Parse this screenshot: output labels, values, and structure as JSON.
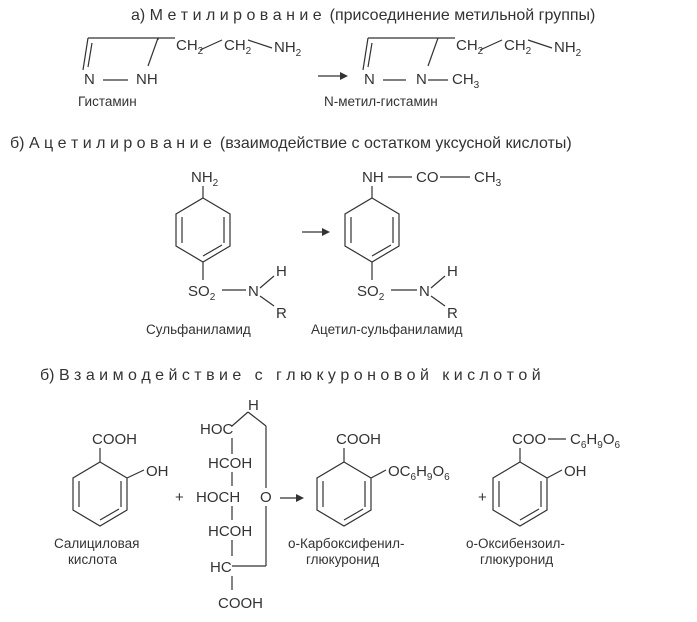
{
  "sections": [
    {
      "heading_prefix": "а) ",
      "heading_spaced": "М е т и л и р о в а н и е",
      "heading_suffix": "(присоединение метильной группы)"
    },
    {
      "heading_prefix": "б) ",
      "heading_spaced": "А ц е т и л и р о в а н и е",
      "heading_suffix": "(взаимодействие с остатком уксусной кислоты)"
    },
    {
      "heading_prefix": "б) ",
      "heading_spaced": "В з а и м о д е й с т в и е   с   г л ю к у р о н о в о й   к и с л о т о й",
      "heading_suffix": ""
    }
  ],
  "methylation": {
    "reactant_chain": "CH",
    "sub2": "2",
    "nh2_n": "NH",
    "n_atom": "N",
    "nh": "NH",
    "ch3": "CH",
    "sub3": "3",
    "reactant_name": "Гистамин",
    "product_name": "N-метил-гистамин"
  },
  "acetylation": {
    "nh2": "NH",
    "nh2_sub": "2",
    "nh": "NH",
    "co": "CO",
    "ch": "CH",
    "ch3_sub": "3",
    "so": "SO",
    "so_sub": "2",
    "n": "N",
    "h": "H",
    "r": "R",
    "reactant_name": "Сульфаниламид",
    "product_name": "Ацетил-сульфаниламид"
  },
  "glucuronide": {
    "cooh": "COOH",
    "oh": "OH",
    "plus": "+",
    "h": "H",
    "hc": "HC",
    "hoc": "HOC",
    "hcoh": "HCOH",
    "hoch": "HOCH",
    "o": "O",
    "cooh_bottom": "COOH",
    "oc6": "OC",
    "c_sub6": "6",
    "h_sub9": "9",
    "o_sub6": "6",
    "h9": "H",
    "o6": "O",
    "coo": "COO",
    "c6": "C",
    "salicylic_line1": "Салициловая",
    "salicylic_line2": "кислота",
    "product1_line1": "о-Карбоксифенил-",
    "product1_line2": "глюкуронид",
    "product2_line1": "о-Оксибензоил-",
    "product2_line2": "глюкуронид"
  }
}
